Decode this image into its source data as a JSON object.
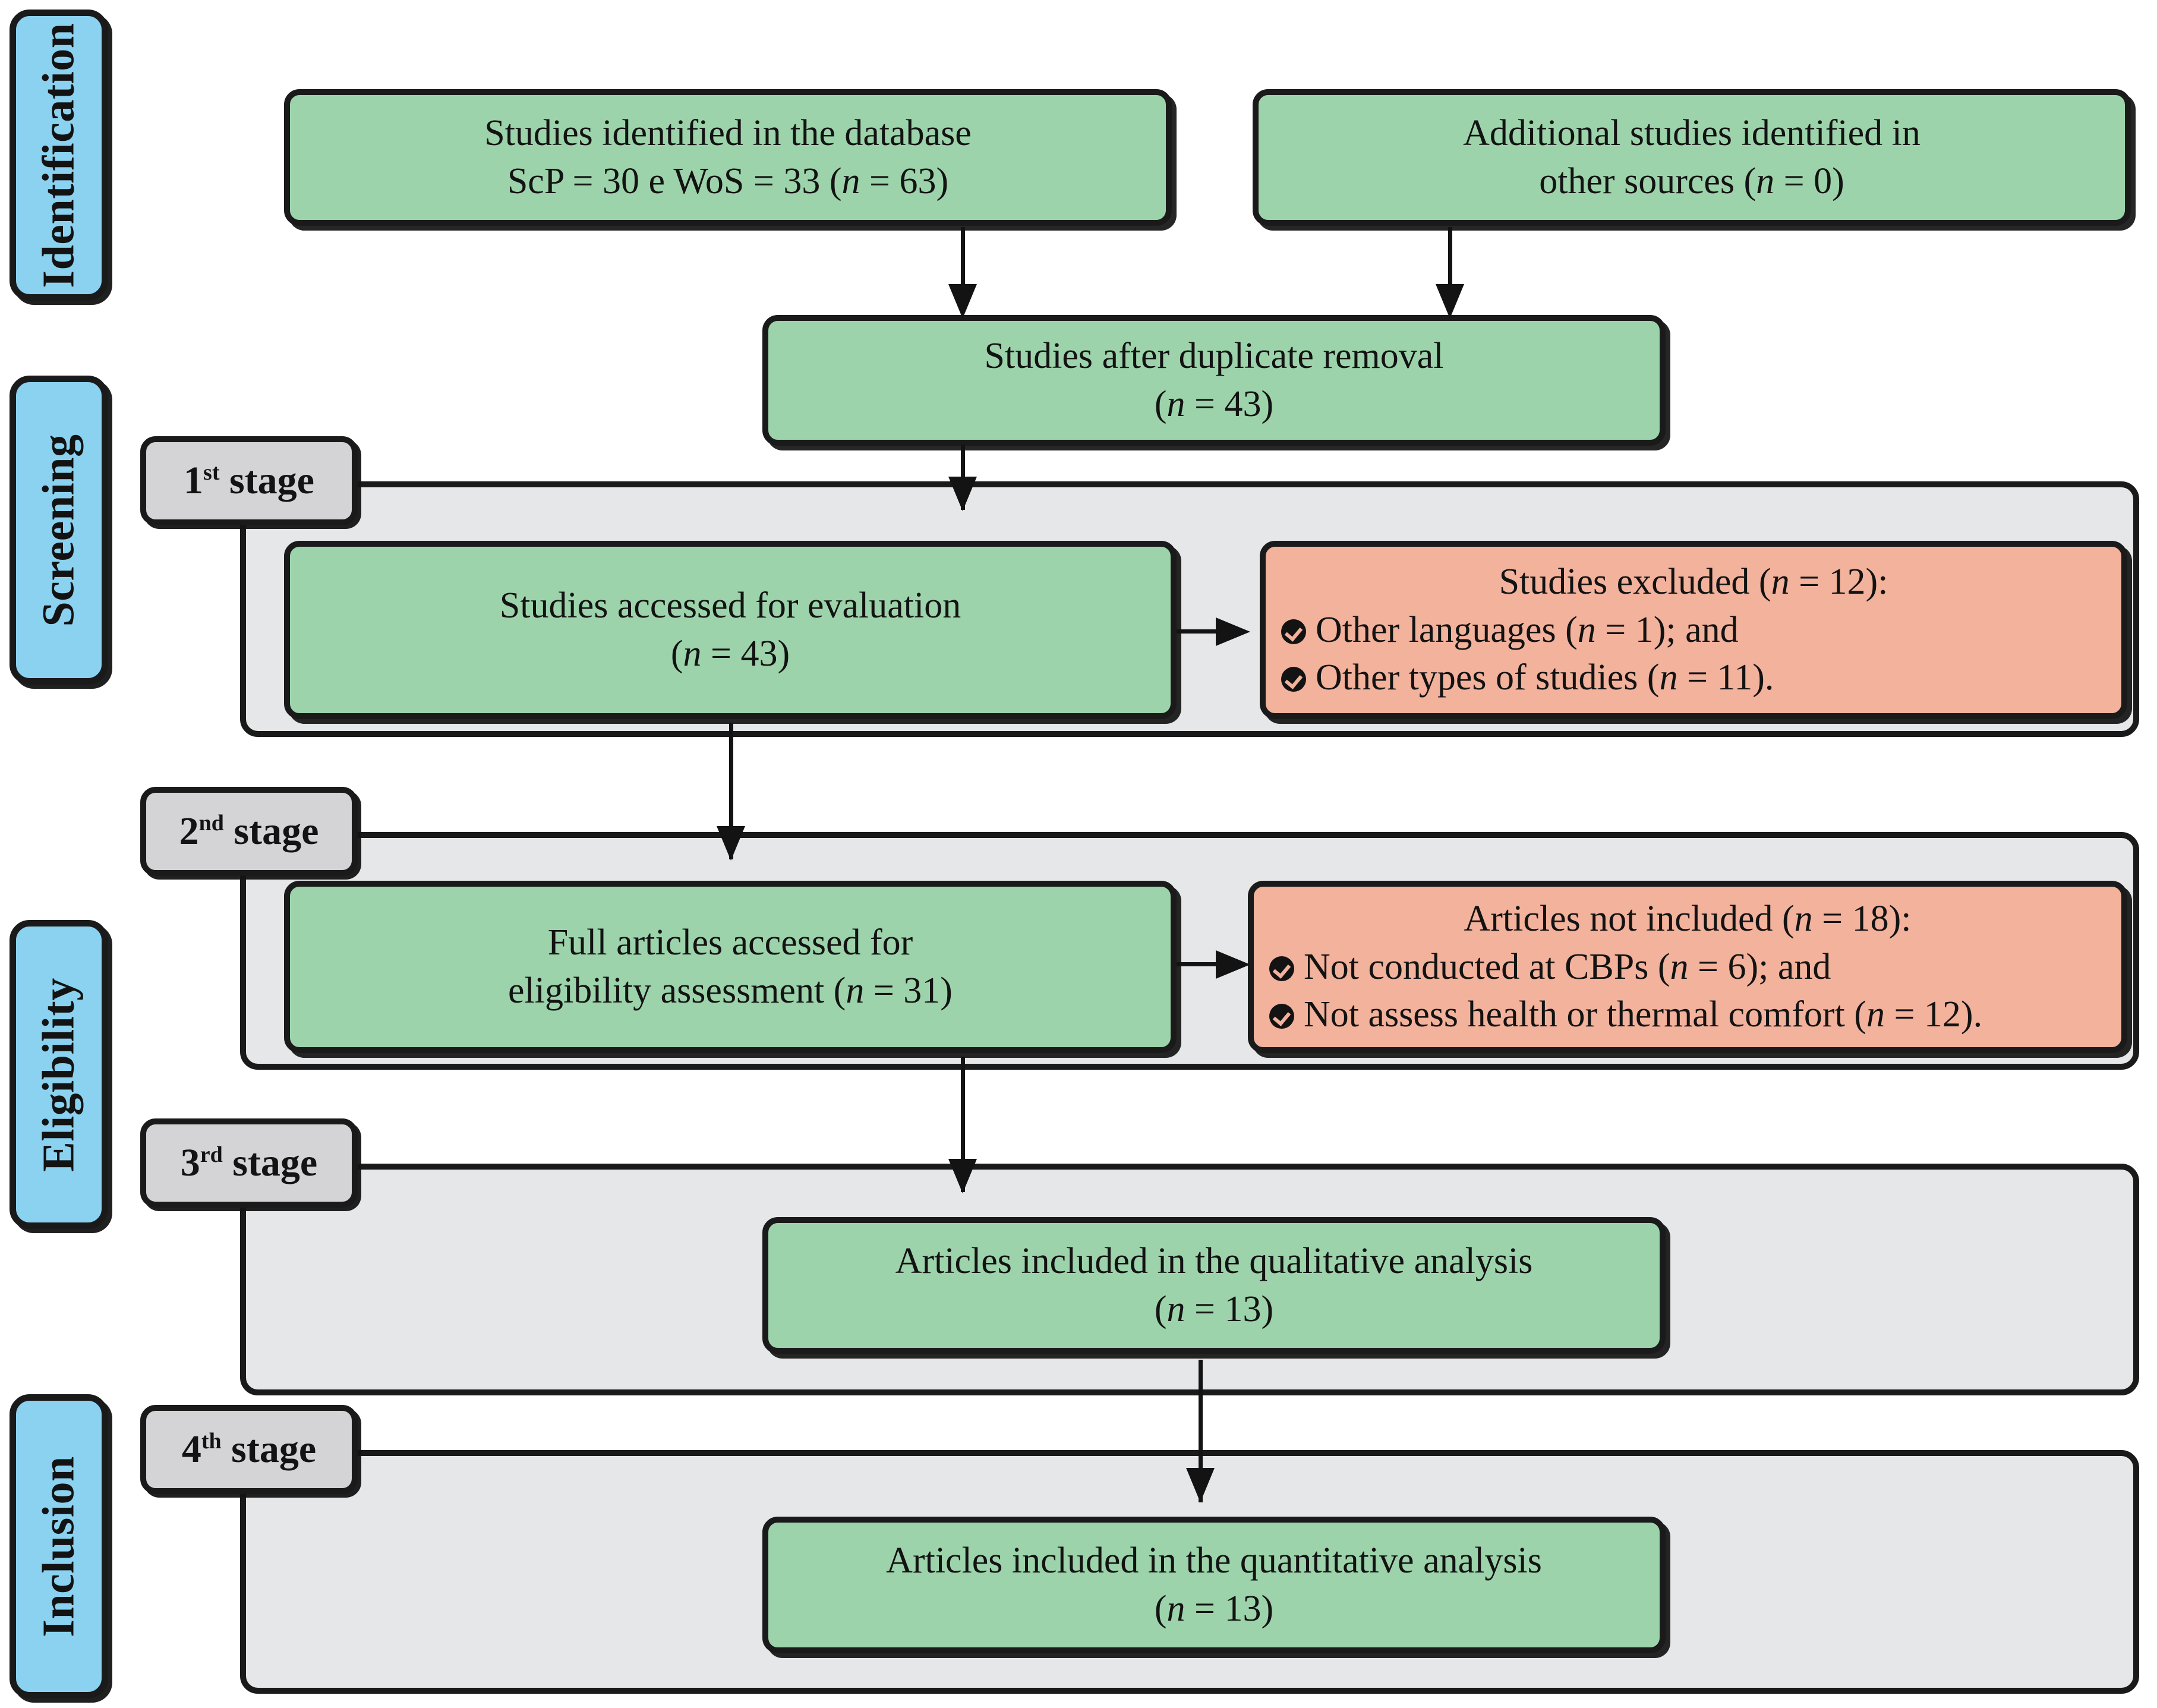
{
  "diagram": {
    "title": "PRISMA study selection flow diagram",
    "colors": {
      "phase_label_fill": "#8ad2f0",
      "stage_pill_fill": "#d4d4d6",
      "panel_fill": "#e6e7e9",
      "node_green": "#9dd3ab",
      "node_salmon": "#f2b29c",
      "stroke": "#1a1a1a"
    }
  },
  "phases": [
    {
      "label": "Identification"
    },
    {
      "label": "Screening"
    },
    {
      "label": "Eligibility"
    },
    {
      "label": "Inclusion"
    }
  ],
  "stages": [
    {
      "ordinal": "1",
      "suffix": "st",
      "word": "stage"
    },
    {
      "ordinal": "2",
      "suffix": "nd",
      "word": "stage"
    },
    {
      "ordinal": "3",
      "suffix": "rd",
      "word": "stage"
    },
    {
      "ordinal": "4",
      "suffix": "th",
      "word": "stage"
    }
  ],
  "nodes": {
    "db_identified": {
      "line1": "Studies identified in the database",
      "line2_pre": "ScP = 30 e WoS = 33 (",
      "line2_italic": "n",
      "line2_post": " = 63)"
    },
    "other_sources": {
      "line1": "Additional studies identified in",
      "line2_pre": "other sources (",
      "line2_italic": "n",
      "line2_post": " = 0)"
    },
    "after_duplicates": {
      "line1": "Studies after duplicate removal",
      "line2_pre": "(",
      "line2_italic": "n",
      "line2_post": " = 43)"
    },
    "accessed_evaluation": {
      "line1": "Studies accessed for evaluation",
      "line2_pre": "(",
      "line2_italic": "n",
      "line2_post": " = 43)"
    },
    "excluded_stage1": {
      "header_pre": "Studies excluded (",
      "header_italic": "n",
      "header_post": " = 12):",
      "items": [
        {
          "pre": "Other languages (",
          "italic": "n",
          "post": " = 1); and"
        },
        {
          "pre": "Other types of studies (",
          "italic": "n",
          "post": " = 11)."
        }
      ]
    },
    "full_articles": {
      "line1": "Full articles accessed for",
      "line2_pre": "eligibility assessment (",
      "line2_italic": "n",
      "line2_post": " = 31)"
    },
    "not_included_stage2": {
      "header_pre": "Articles not included (",
      "header_italic": "n",
      "header_post": " = 18):",
      "items": [
        {
          "pre": "Not conducted at CBPs (",
          "italic": "n",
          "post": " = 6); and"
        },
        {
          "pre": "Not assess health or thermal comfort (",
          "italic": "n",
          "post": " = 12)."
        }
      ]
    },
    "qualitative": {
      "line1": "Articles included in the qualitative analysis",
      "line2_pre": "(",
      "line2_italic": "n",
      "line2_post": " = 13)"
    },
    "quantitative": {
      "line1": "Articles included in the quantitative analysis",
      "line2_pre": "(",
      "line2_italic": "n",
      "line2_post": " = 13)"
    }
  }
}
